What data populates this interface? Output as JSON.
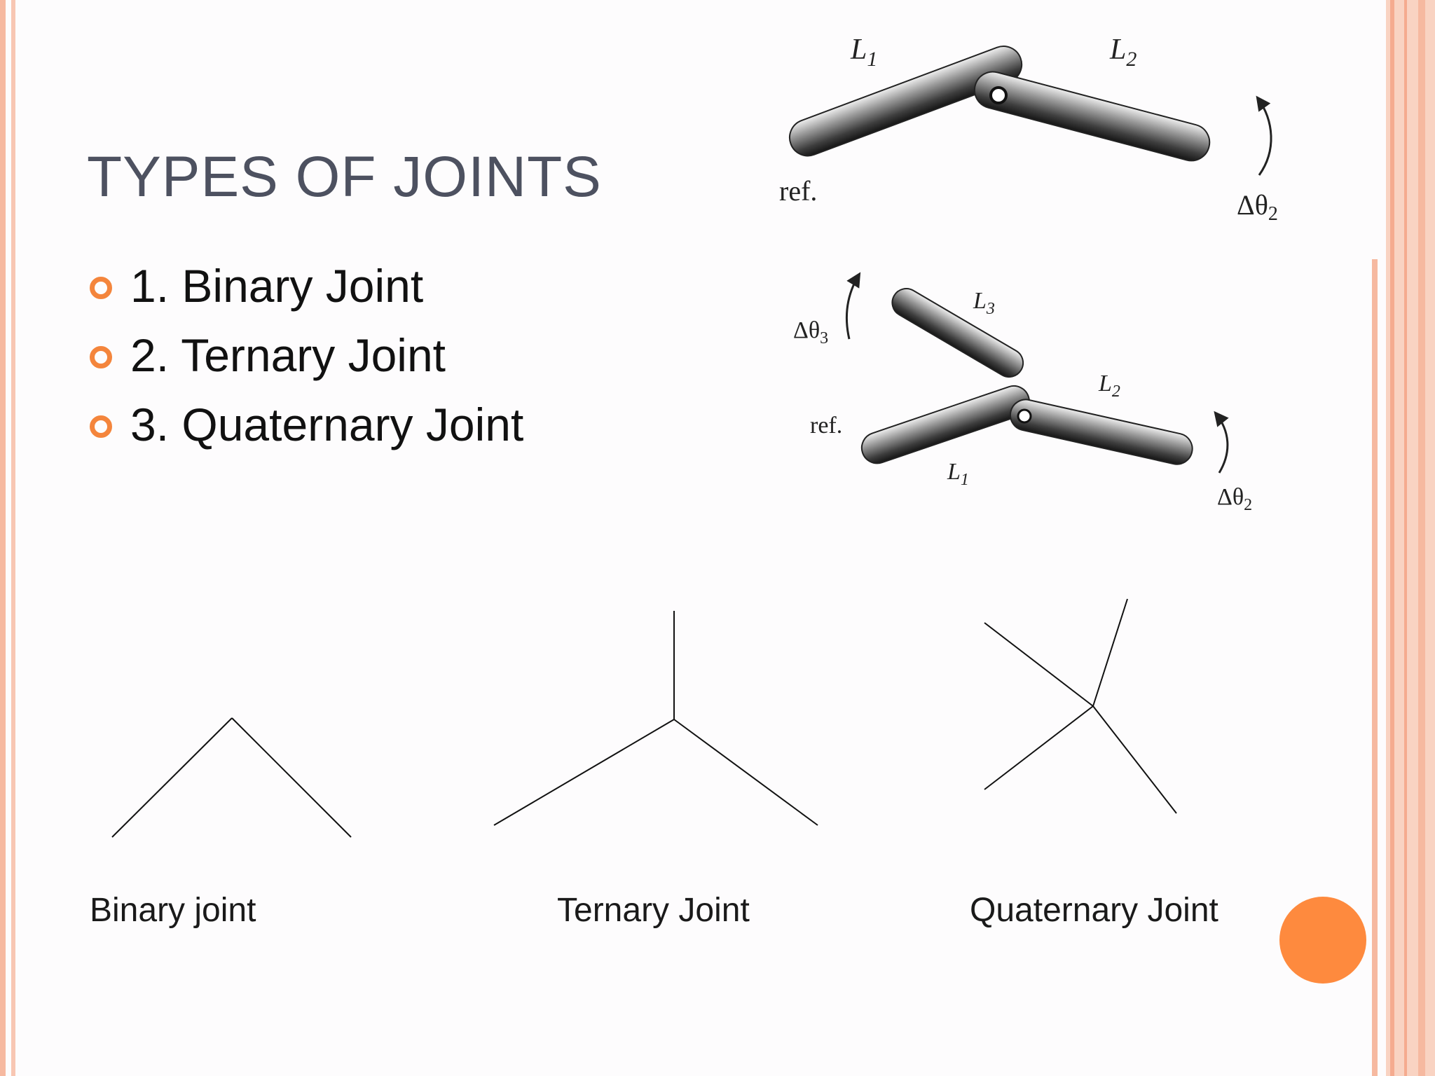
{
  "slide": {
    "title": "TYPES OF JOINTS",
    "bullets": [
      "1. Binary Joint",
      "2. Ternary Joint",
      "3. Quaternary Joint"
    ]
  },
  "top_figure": {
    "link1_label": "L",
    "link1_sub": "1",
    "link2_label": "L",
    "link2_sub": "2",
    "ref_label": "ref.",
    "angle_label": "Δθ",
    "angle_sub": "2"
  },
  "middle_figure": {
    "link3_label": "L",
    "link3_sub": "3",
    "link2_label": "L",
    "link2_sub": "2",
    "link1_label": "L",
    "link1_sub": "1",
    "ref_label": "ref.",
    "angle3_label": "Δθ",
    "angle3_sub": "3",
    "angle2_label": "Δθ",
    "angle2_sub": "2"
  },
  "joint_diagrams": {
    "binary_label": "Binary joint",
    "ternary_label": "Ternary Joint",
    "quaternary_label": "Quaternary Joint"
  },
  "colors": {
    "accent": "#f4853c",
    "title": "#4d5160",
    "border": "#f6b9a0"
  }
}
